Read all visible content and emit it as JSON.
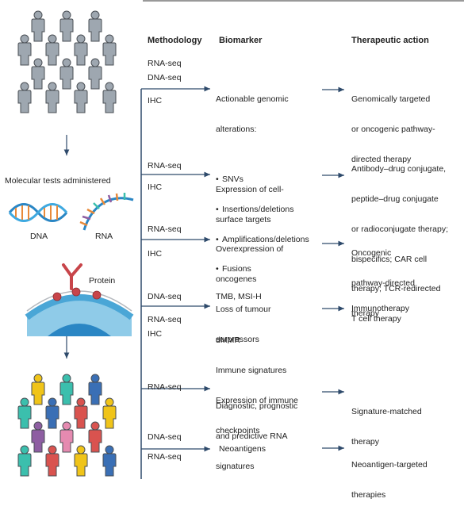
{
  "headers": {
    "methodology": "Methodology",
    "biomarker": "Biomarker",
    "therapeutic": "Therapeutic action"
  },
  "left": {
    "tests_label": "Molecular tests administered",
    "dna_label": "DNA",
    "rna_label": "RNA",
    "protein_label": "Protein"
  },
  "rows": [
    {
      "methods": [
        "RNA-seq",
        "DNA-seq",
        "IHC"
      ],
      "biomarker_lines": [
        "Actionable genomic",
        "alterations:"
      ],
      "bullets": [
        "SNVs",
        "Insertions/deletions",
        "Amplifications/deletions",
        "Fusions"
      ],
      "action_lines": [
        "Genomically targeted",
        "or oncogenic pathway-",
        "directed therapy"
      ]
    },
    {
      "methods": [
        "RNA-seq",
        "IHC"
      ],
      "biomarker_lines": [
        "Expression of cell-",
        "surface targets"
      ],
      "action_lines": [
        "Antibody–drug conjugate,",
        "peptide–drug conjugate",
        "or radioconjugate therapy;",
        "bispecifics; CAR cell",
        "therapy; TCR-redirected",
        "T cell therapy"
      ]
    },
    {
      "methods": [
        "RNA-seq",
        "IHC"
      ],
      "biomarker_lines": [
        "Overexpression of",
        "oncogenes",
        "Loss of tumour",
        "surpressors"
      ],
      "action_lines": [
        "Oncogenic",
        "pathway-directed",
        "therapy"
      ]
    },
    {
      "methods": [
        "DNA-seq",
        "RNA-seq",
        "IHC"
      ],
      "biomarker_lines": [
        "TMB, MSI-H"
      ],
      "biomarker_lines_b": [
        "dMMR",
        "Immune signatures",
        "Expression of immune",
        "checkpoints"
      ],
      "action_lines": [
        "Immunotherapy"
      ]
    },
    {
      "methods": [
        "RNA-seq"
      ],
      "biomarker_lines": [
        "Diagnostic, prognostic",
        "and predictive RNA",
        "signatures"
      ],
      "action_lines": [
        "Signature-matched",
        "therapy"
      ]
    },
    {
      "methods": [
        "DNA-seq",
        "RNA-seq"
      ],
      "biomarker_lines": [
        "Neoantigens"
      ],
      "action_lines": [
        "Neoantigen-targeted",
        "therapies"
      ]
    }
  ],
  "colors": {
    "arrow": "#2e4a6b",
    "people_grey": "#9ea7b0",
    "people_outline": "#4a4f55",
    "dna_blue": "#2a86c4",
    "dna_orange": "#e88a3a",
    "protein_red": "#c8454a",
    "membrane_blue": "#4aa6d6",
    "people_colors": [
      "#f0c419",
      "#3bbfad",
      "#3a6fb5",
      "#d9534f",
      "#8e5ea2",
      "#e58ab0"
    ]
  }
}
